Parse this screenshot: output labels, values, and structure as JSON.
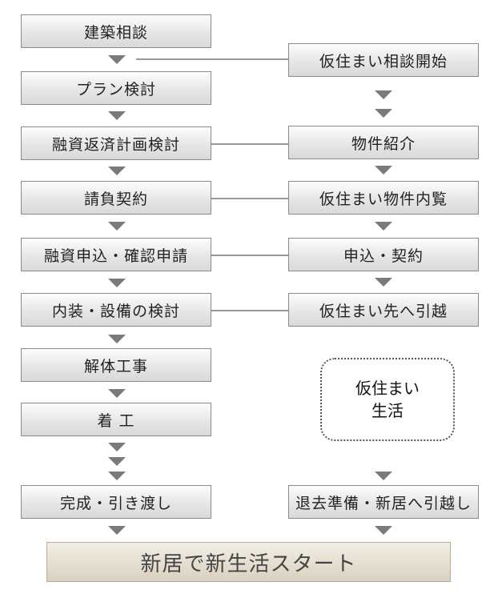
{
  "left_steps": [
    "建築相談",
    "プラン検討",
    "融資返済計画検討",
    "請負契約",
    "融資申込・確認申請",
    "内装・設備の検討",
    "解体工事",
    "着 工",
    "完成・引き渡し"
  ],
  "right_steps": [
    "仮住まい相談開始",
    "物件紹介",
    "仮住まい物件内覧",
    "申込・契約",
    "仮住まい先へ引越",
    "退去準備・新居へ引越し"
  ],
  "temp_living": {
    "line1": "仮住まい",
    "line2": "生活"
  },
  "final": "新居で新生活スタート"
}
